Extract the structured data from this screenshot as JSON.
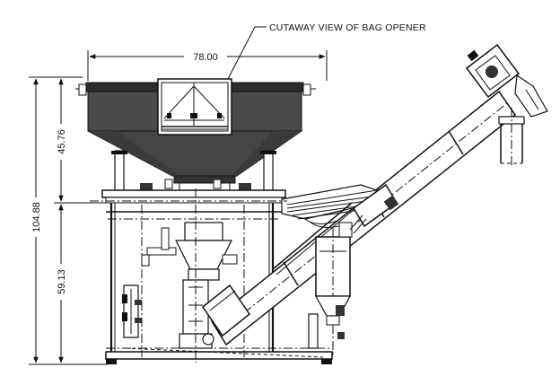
{
  "callout": {
    "label": "CUTAWAY VIEW OF BAG OPENER"
  },
  "dimensions": {
    "width_top": "78.00",
    "hopper_height": "45.76",
    "overall_height": "104.88",
    "frame_height": "59.13"
  }
}
